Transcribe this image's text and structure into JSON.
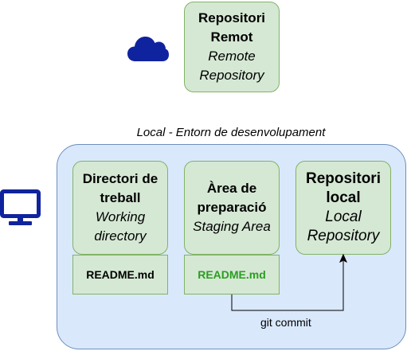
{
  "remote": {
    "title_line1": "Repositori",
    "title_line2": "Remot",
    "subtitle_line1": "Remote",
    "subtitle_line2": "Repository"
  },
  "local_env": {
    "label": "Local - Entorn de desenvolupament"
  },
  "working_dir": {
    "title_line1": "Directori de",
    "title_line2": "treball",
    "subtitle_line1": "Working",
    "subtitle_line2": "directory",
    "file": "README.md"
  },
  "staging": {
    "title_line1": "Àrea de",
    "title_line2": "preparació",
    "subtitle": "Staging Area",
    "file": "README.md"
  },
  "local_repo": {
    "title_line1": "Repositori",
    "title_line2": "local",
    "subtitle_line1": "Local",
    "subtitle_line2": "Repository"
  },
  "arrow": {
    "label": "git commit"
  },
  "icons": {
    "cloud": "cloud-icon",
    "monitor": "monitor-icon"
  },
  "colors": {
    "card_fill": "#d5e8d4",
    "card_stroke": "#82b366",
    "env_fill": "#dae8fc",
    "env_stroke": "#6c8ebf",
    "icon_blue": "#10239e",
    "staged_file_text": "#2b9d21",
    "working_file_text": "#000000"
  }
}
